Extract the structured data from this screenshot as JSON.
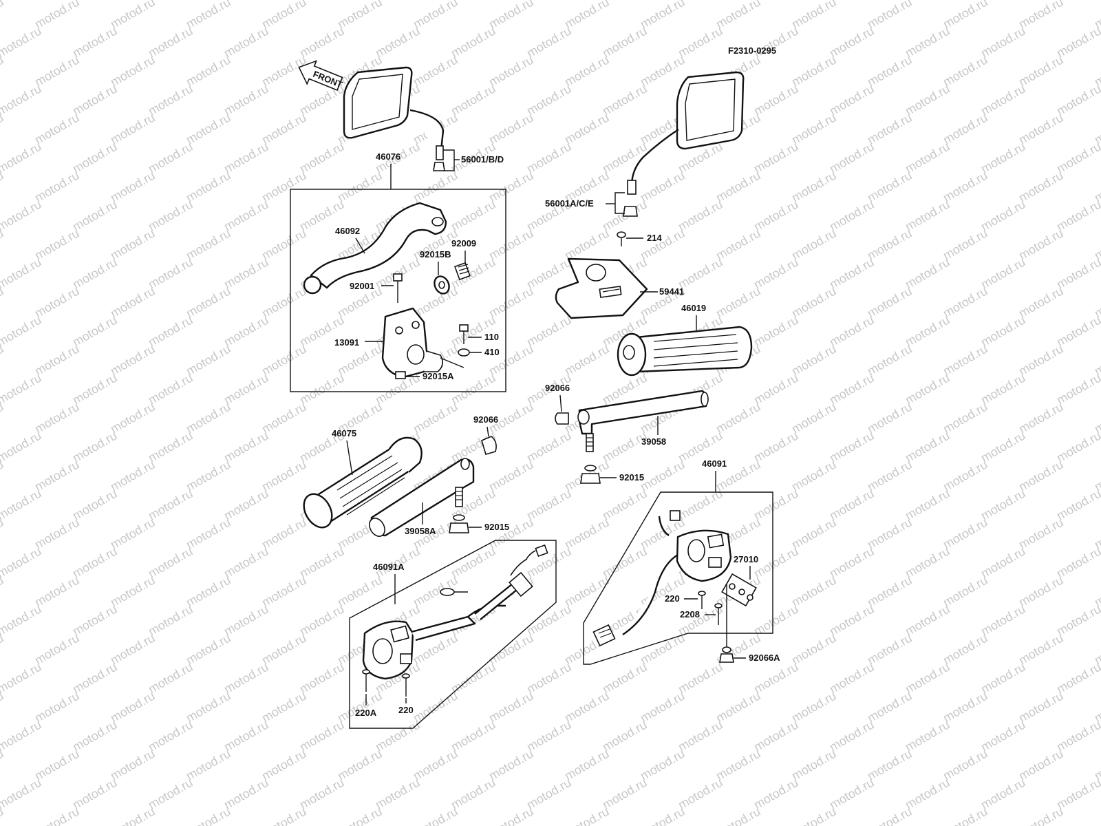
{
  "watermark": "motod.ru",
  "drawing_code": "F2310-0295",
  "front_arrow_text": "FRONT",
  "labels": {
    "l_56001_bd": "56001/B/D",
    "l_46076": "46076",
    "l_46092": "46092",
    "l_92009": "92009",
    "l_92015b": "92015B",
    "l_92001": "92001",
    "l_13091": "13091",
    "l_110": "110",
    "l_410": "410",
    "l_92015a": "92015A",
    "l_56001_ace": "56001A/C/E",
    "l_214": "214",
    "l_59441": "59441",
    "l_46019": "46019",
    "l_92066_r": "92066",
    "l_39058": "39058",
    "l_92015_r": "92015",
    "l_46075": "46075",
    "l_92066_l": "92066",
    "l_39058a": "39058A",
    "l_92015_l": "92015",
    "l_46091a": "46091A",
    "l_220a": "220A",
    "l_220_l": "220",
    "l_46091": "46091",
    "l_27010": "27010",
    "l_220_r": "220",
    "l_2208": "2208",
    "l_92066a": "92066A"
  }
}
